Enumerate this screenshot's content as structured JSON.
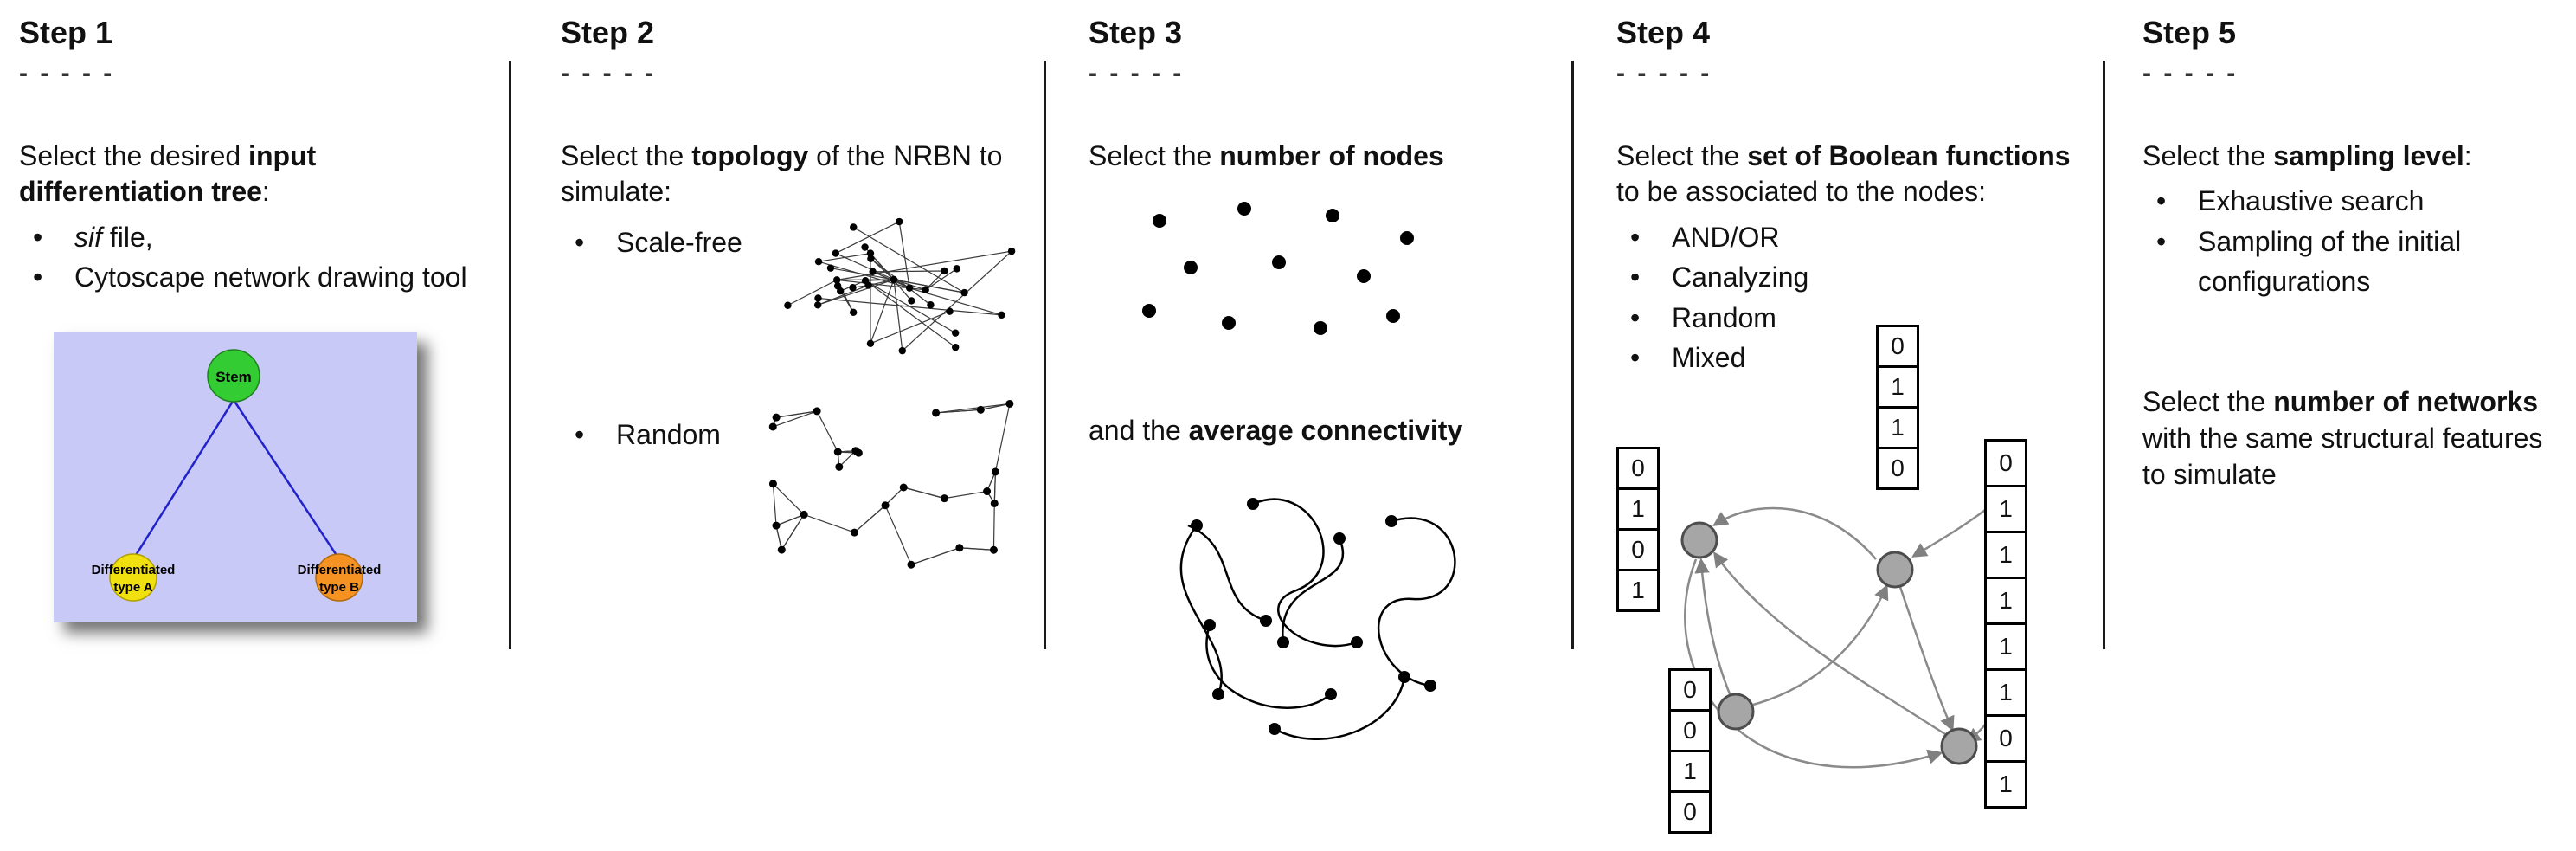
{
  "steps": [
    {
      "title": "Step 1",
      "dashes": "- - - - -",
      "text": {
        "pre": "Select the desired ",
        "bold": "input differentiation tree",
        "post": ":"
      },
      "bullets": [
        {
          "italic": "sif",
          "rest": " file,"
        },
        {
          "italic": "",
          "rest": "Cytoscape network drawing tool"
        }
      ],
      "tree": {
        "stem_label": "Stem",
        "type_a_label_line1": "Differentiated",
        "type_a_label_line2": "type A",
        "type_b_label_line1": "Differentiated",
        "type_b_label_line2": "type B",
        "colors": {
          "background": "#c9c9f8",
          "stem": "#33cc33",
          "type_a": "#f0e010",
          "type_b": "#f59222",
          "edge": "#2222cc"
        }
      }
    },
    {
      "title": "Step 2",
      "dashes": "- - - - -",
      "text": {
        "pre": "Select the ",
        "bold": "topology",
        "post": " of the NRBN to simulate:"
      },
      "bullets": [
        {
          "rest": "Scale-free"
        },
        {
          "rest": "Random"
        }
      ]
    },
    {
      "title": "Step 3",
      "dashes": "- - - - -",
      "text": {
        "pre": "Select the ",
        "bold": "number of nodes",
        "post": ""
      },
      "text2": {
        "pre": "and the ",
        "bold": "average connectivity",
        "post": ""
      }
    },
    {
      "title": "Step 4",
      "dashes": "- - - - -",
      "text": {
        "pre": "Select the ",
        "bold": "set of Boolean functions",
        "post": " to be associated to the nodes:"
      },
      "bullets": [
        {
          "rest": "AND/OR"
        },
        {
          "rest": "Canalyzing"
        },
        {
          "rest": "Random"
        },
        {
          "rest": "Mixed"
        }
      ],
      "truth_tables": {
        "left": [
          "0",
          "1",
          "0",
          "1"
        ],
        "top": [
          "0",
          "1",
          "1",
          "0"
        ],
        "bottom": [
          "0",
          "0",
          "1",
          "0"
        ],
        "right": [
          "0",
          "1",
          "1",
          "1",
          "1",
          "1",
          "0",
          "1"
        ]
      }
    },
    {
      "title": "Step 5",
      "dashes": "- - - - -",
      "text": {
        "pre": "Select the ",
        "bold": "sampling level",
        "post": ":"
      },
      "bullets": [
        {
          "rest": "Exhaustive search"
        },
        {
          "rest": "Sampling of the initial configurations"
        }
      ],
      "text2": {
        "pre": "Select the ",
        "bold": "number of networks",
        "post": " with the same structural features to simulate"
      }
    }
  ]
}
